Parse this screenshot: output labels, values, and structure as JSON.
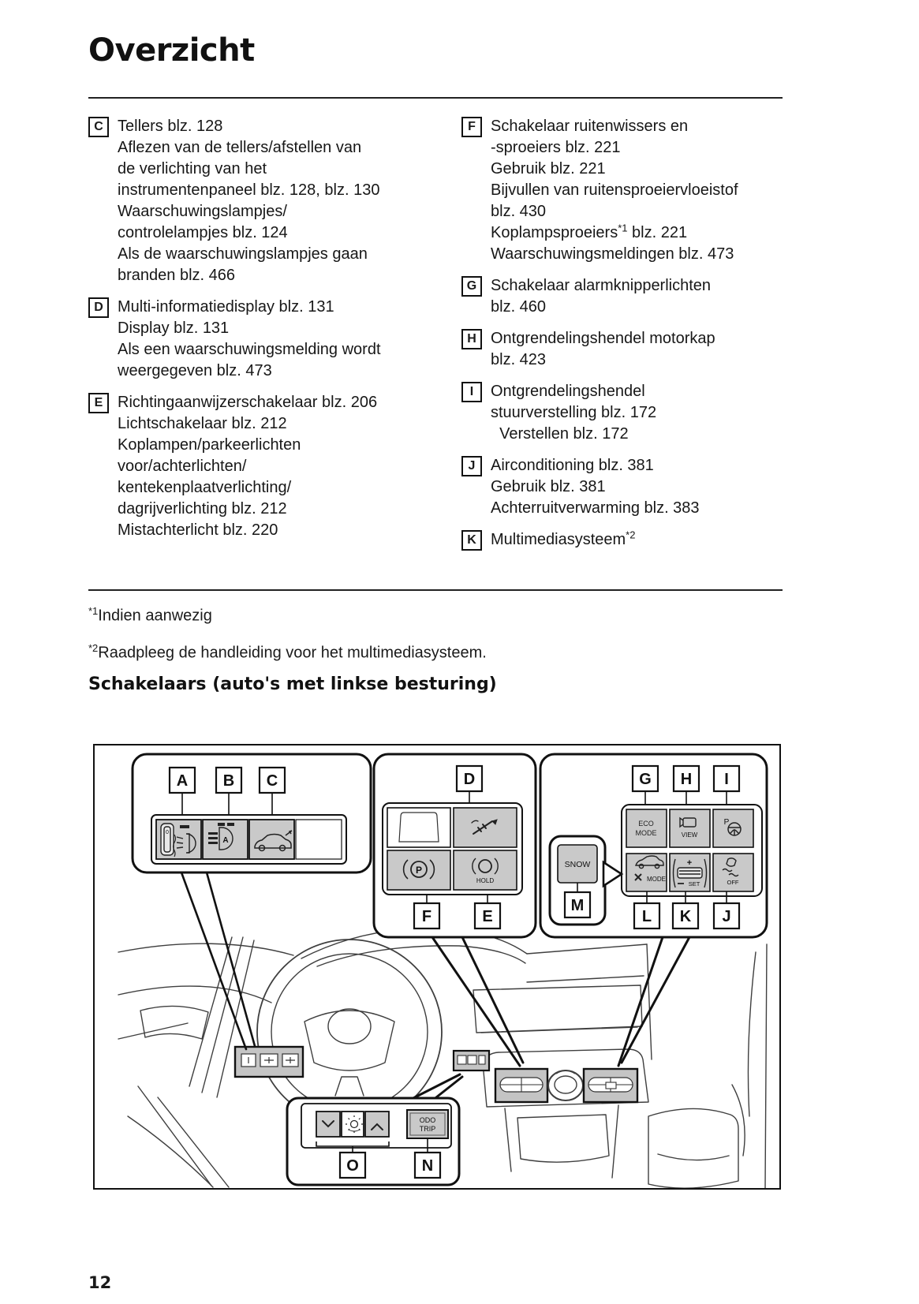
{
  "page": {
    "title": "Overzicht",
    "section_heading": "Schakelaars (auto's met linkse besturing)",
    "page_number": "12"
  },
  "legend": {
    "left": [
      {
        "label": "C",
        "text": "Tellers blz. 128\nAflezen van de tellers/afstellen van\nde verlichting van het\ninstrumentenpaneel blz. 128, blz. 130\nWaarschuwingslampjes/\ncontrolelampjes blz. 124\nAls de waarschuwingslampjes gaan\nbranden blz. 466"
      },
      {
        "label": "D",
        "text": "Multi-informatiedisplay blz. 131\nDisplay blz. 131\nAls een waarschuwingsmelding wordt\nweergegeven blz. 473"
      },
      {
        "label": "E",
        "text": "Richtingaanwijzerschakelaar blz. 206\nLichtschakelaar blz. 212\nKoplampen/parkeerlichten\nvoor/achterlichten/\nkentekenplaatverlichting/\ndagrijverlichting blz. 212\nMistachterlicht blz. 220"
      }
    ],
    "right": {
      "f": {
        "label": "F",
        "text_before": "Schakelaar ruitenwissers en\n-sproeiers blz. 221\nGebruik blz. 221\nBijvullen van ruitensproeiervloeistof\nblz. 430",
        "sup_pre": "Koplampsproeiers",
        "sup": "*1",
        "sup_post": " blz. 221",
        "text_after": "Waarschuwingsmeldingen blz. 473"
      },
      "g": {
        "label": "G",
        "text": "Schakelaar alarmknipperlichten\nblz. 460"
      },
      "h": {
        "label": "H",
        "text": "Ontgrendelingshendel motorkap\nblz. 423"
      },
      "i": {
        "label": "I",
        "text": "Ontgrendelingshendel\nstuurverstelling blz. 172\n  Verstellen blz. 172"
      },
      "j": {
        "label": "J",
        "text": "Airconditioning blz. 381\nGebruik blz. 381\nAchterruitverwarming blz. 383"
      },
      "k": {
        "label": "K",
        "sup_pre": "Multimediasysteem",
        "sup": "*2"
      }
    }
  },
  "footnotes": [
    {
      "sup": "*1",
      "text": "Indien aanwezig"
    },
    {
      "sup": "*2",
      "text": "Raadpleeg de handleiding voor het multimediasysteem."
    }
  ],
  "diagram": {
    "labels": {
      "A": "A",
      "B": "B",
      "C": "C",
      "D": "D",
      "E": "E",
      "F": "F",
      "G": "G",
      "H": "H",
      "I": "I",
      "J": "J",
      "K": "K",
      "L": "L",
      "M": "M",
      "N": "N",
      "O": "O"
    },
    "buttons": {
      "eco_line1": "ECO",
      "eco_line2": "MODE",
      "view": "VIEW",
      "park_p": "P",
      "snow": "SNOW",
      "xmode": "MODE",
      "plus": "+",
      "set": "SET",
      "off": "OFF",
      "hold": "HOLD",
      "odo": "ODO",
      "trip": "TRIP",
      "zero": "0",
      "auto": "A"
    },
    "colors": {
      "button_gray": "#c9c9c9",
      "panel_gray": "#c4c4c4",
      "line": "#3f3f3f",
      "ink": "#111111"
    }
  }
}
